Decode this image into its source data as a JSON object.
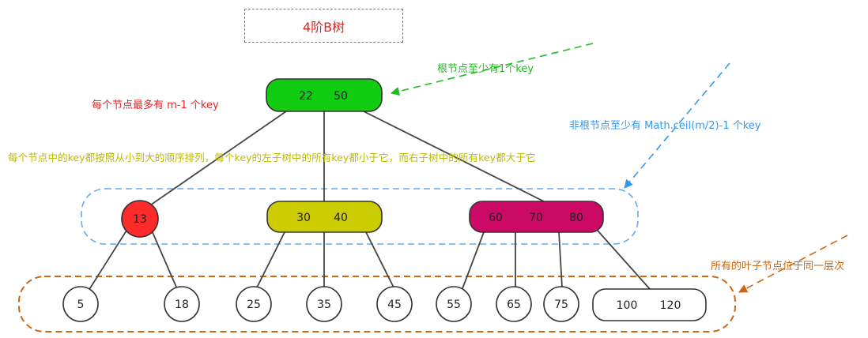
{
  "title": "4阶B树",
  "annotations": {
    "root_min": "根节点至少有1个key",
    "max_keys": "每个节点最多有 m-1 个key",
    "nonroot_min": "非根节点至少有 Math.ceil(m/2)-1 个key",
    "ordering": "每个节点中的key都按照从小到大的顺序排列，每个key的左子树中的所有key都小于它，而右子树中的所有key都大于它",
    "leaves_same_level": "所有的叶子节点位于同一层次"
  },
  "colors": {
    "title": "#e8231c",
    "root_fill": "#11cc11",
    "red_node": "#ff2a2a",
    "olive_node": "#cccc00",
    "magenta_node": "#cc0a66",
    "root_note": "#22bb22",
    "max_note": "#ee2222",
    "nonroot_note": "#3399ee",
    "ordering_note": "#bbbb00",
    "leaves_note": "#cc6611"
  },
  "tree": {
    "root": {
      "keys": [
        "22",
        "50"
      ],
      "style": "root"
    },
    "level2": [
      {
        "keys": [
          "13"
        ],
        "style": "red"
      },
      {
        "keys": [
          "30",
          "40"
        ],
        "style": "olive"
      },
      {
        "keys": [
          "60",
          "70",
          "80"
        ],
        "style": "magenta"
      }
    ],
    "leaves": [
      {
        "keys": [
          "5"
        ]
      },
      {
        "keys": [
          "18"
        ]
      },
      {
        "keys": [
          "25"
        ]
      },
      {
        "keys": [
          "35"
        ]
      },
      {
        "keys": [
          "45"
        ]
      },
      {
        "keys": [
          "55"
        ]
      },
      {
        "keys": [
          "65"
        ]
      },
      {
        "keys": [
          "75"
        ]
      },
      {
        "keys": [
          "100",
          "120"
        ]
      }
    ]
  }
}
